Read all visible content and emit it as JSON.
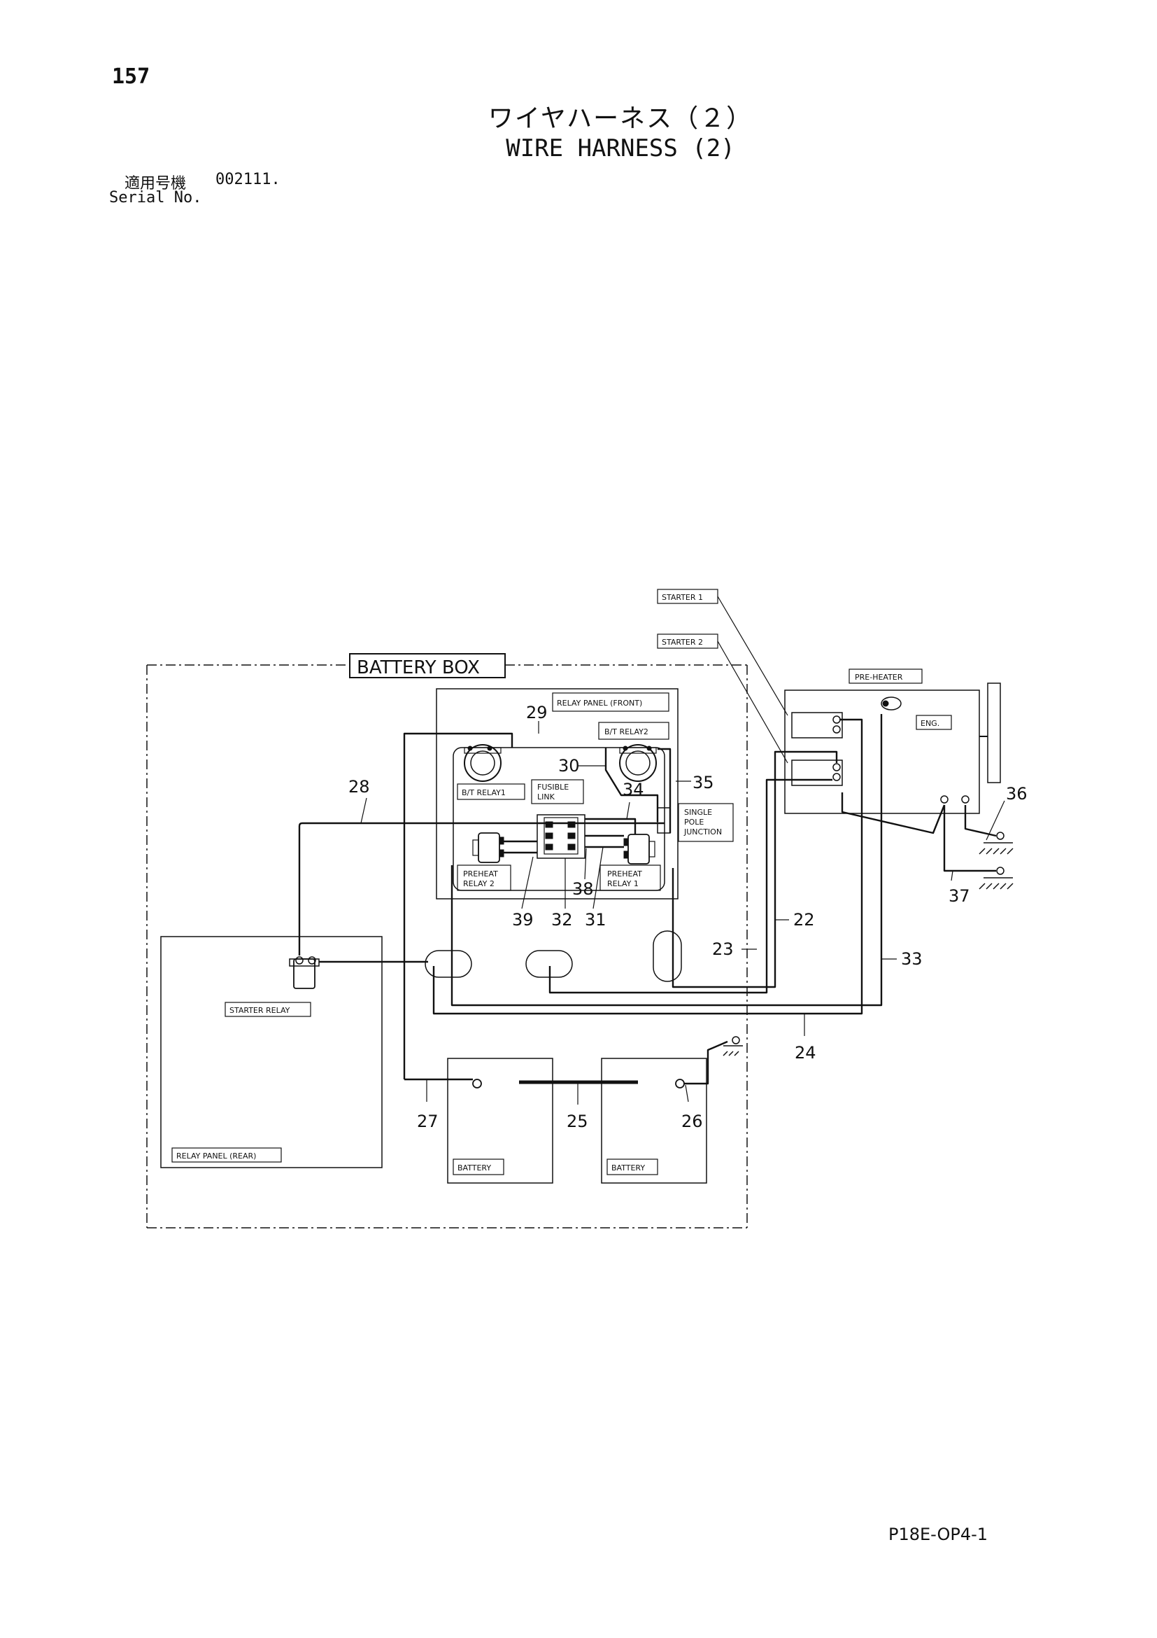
{
  "page_number": "157",
  "title_jp": "ワイヤハーネス（２）",
  "title_en": "WIRE HARNESS (2)",
  "serial_label_jp": "適用号機",
  "serial_value": "002111.",
  "serial_label_en": "Serial No.",
  "doc_code": "P18E-OP4-1",
  "labels": {
    "battery_box": "BATTERY BOX",
    "relay_panel_front": "RELAY PANEL (FRONT)",
    "bt_relay2": "B/T RELAY2",
    "bt_relay1": "B/T RELAY1",
    "fusible_link_1": "FUSIBLE",
    "fusible_link_2": "LINK",
    "single_pole_1": "SINGLE",
    "single_pole_2": "POLE",
    "single_pole_3": "JUNCTION",
    "preheat_relay2_1": "PREHEAT",
    "preheat_relay2_2": "RELAY 2",
    "preheat_relay1_1": "PREHEAT",
    "preheat_relay1_2": "RELAY 1",
    "starter_relay": "STARTER RELAY",
    "relay_panel_rear": "RELAY PANEL (REAR)",
    "battery_left": "BATTERY",
    "battery_right": "BATTERY",
    "starter1": "STARTER 1",
    "starter2": "STARTER 2",
    "pre_heater": "PRE-HEATER",
    "eng": "ENG."
  },
  "callouts": {
    "c22": "22",
    "c23": "23",
    "c24": "24",
    "c25": "25",
    "c26": "26",
    "c27": "27",
    "c28": "28",
    "c29": "29",
    "c30": "30",
    "c31": "31",
    "c32": "32",
    "c33": "33",
    "c34": "34",
    "c35": "35",
    "c36": "36",
    "c37": "37",
    "c38": "38",
    "c39": "39"
  }
}
